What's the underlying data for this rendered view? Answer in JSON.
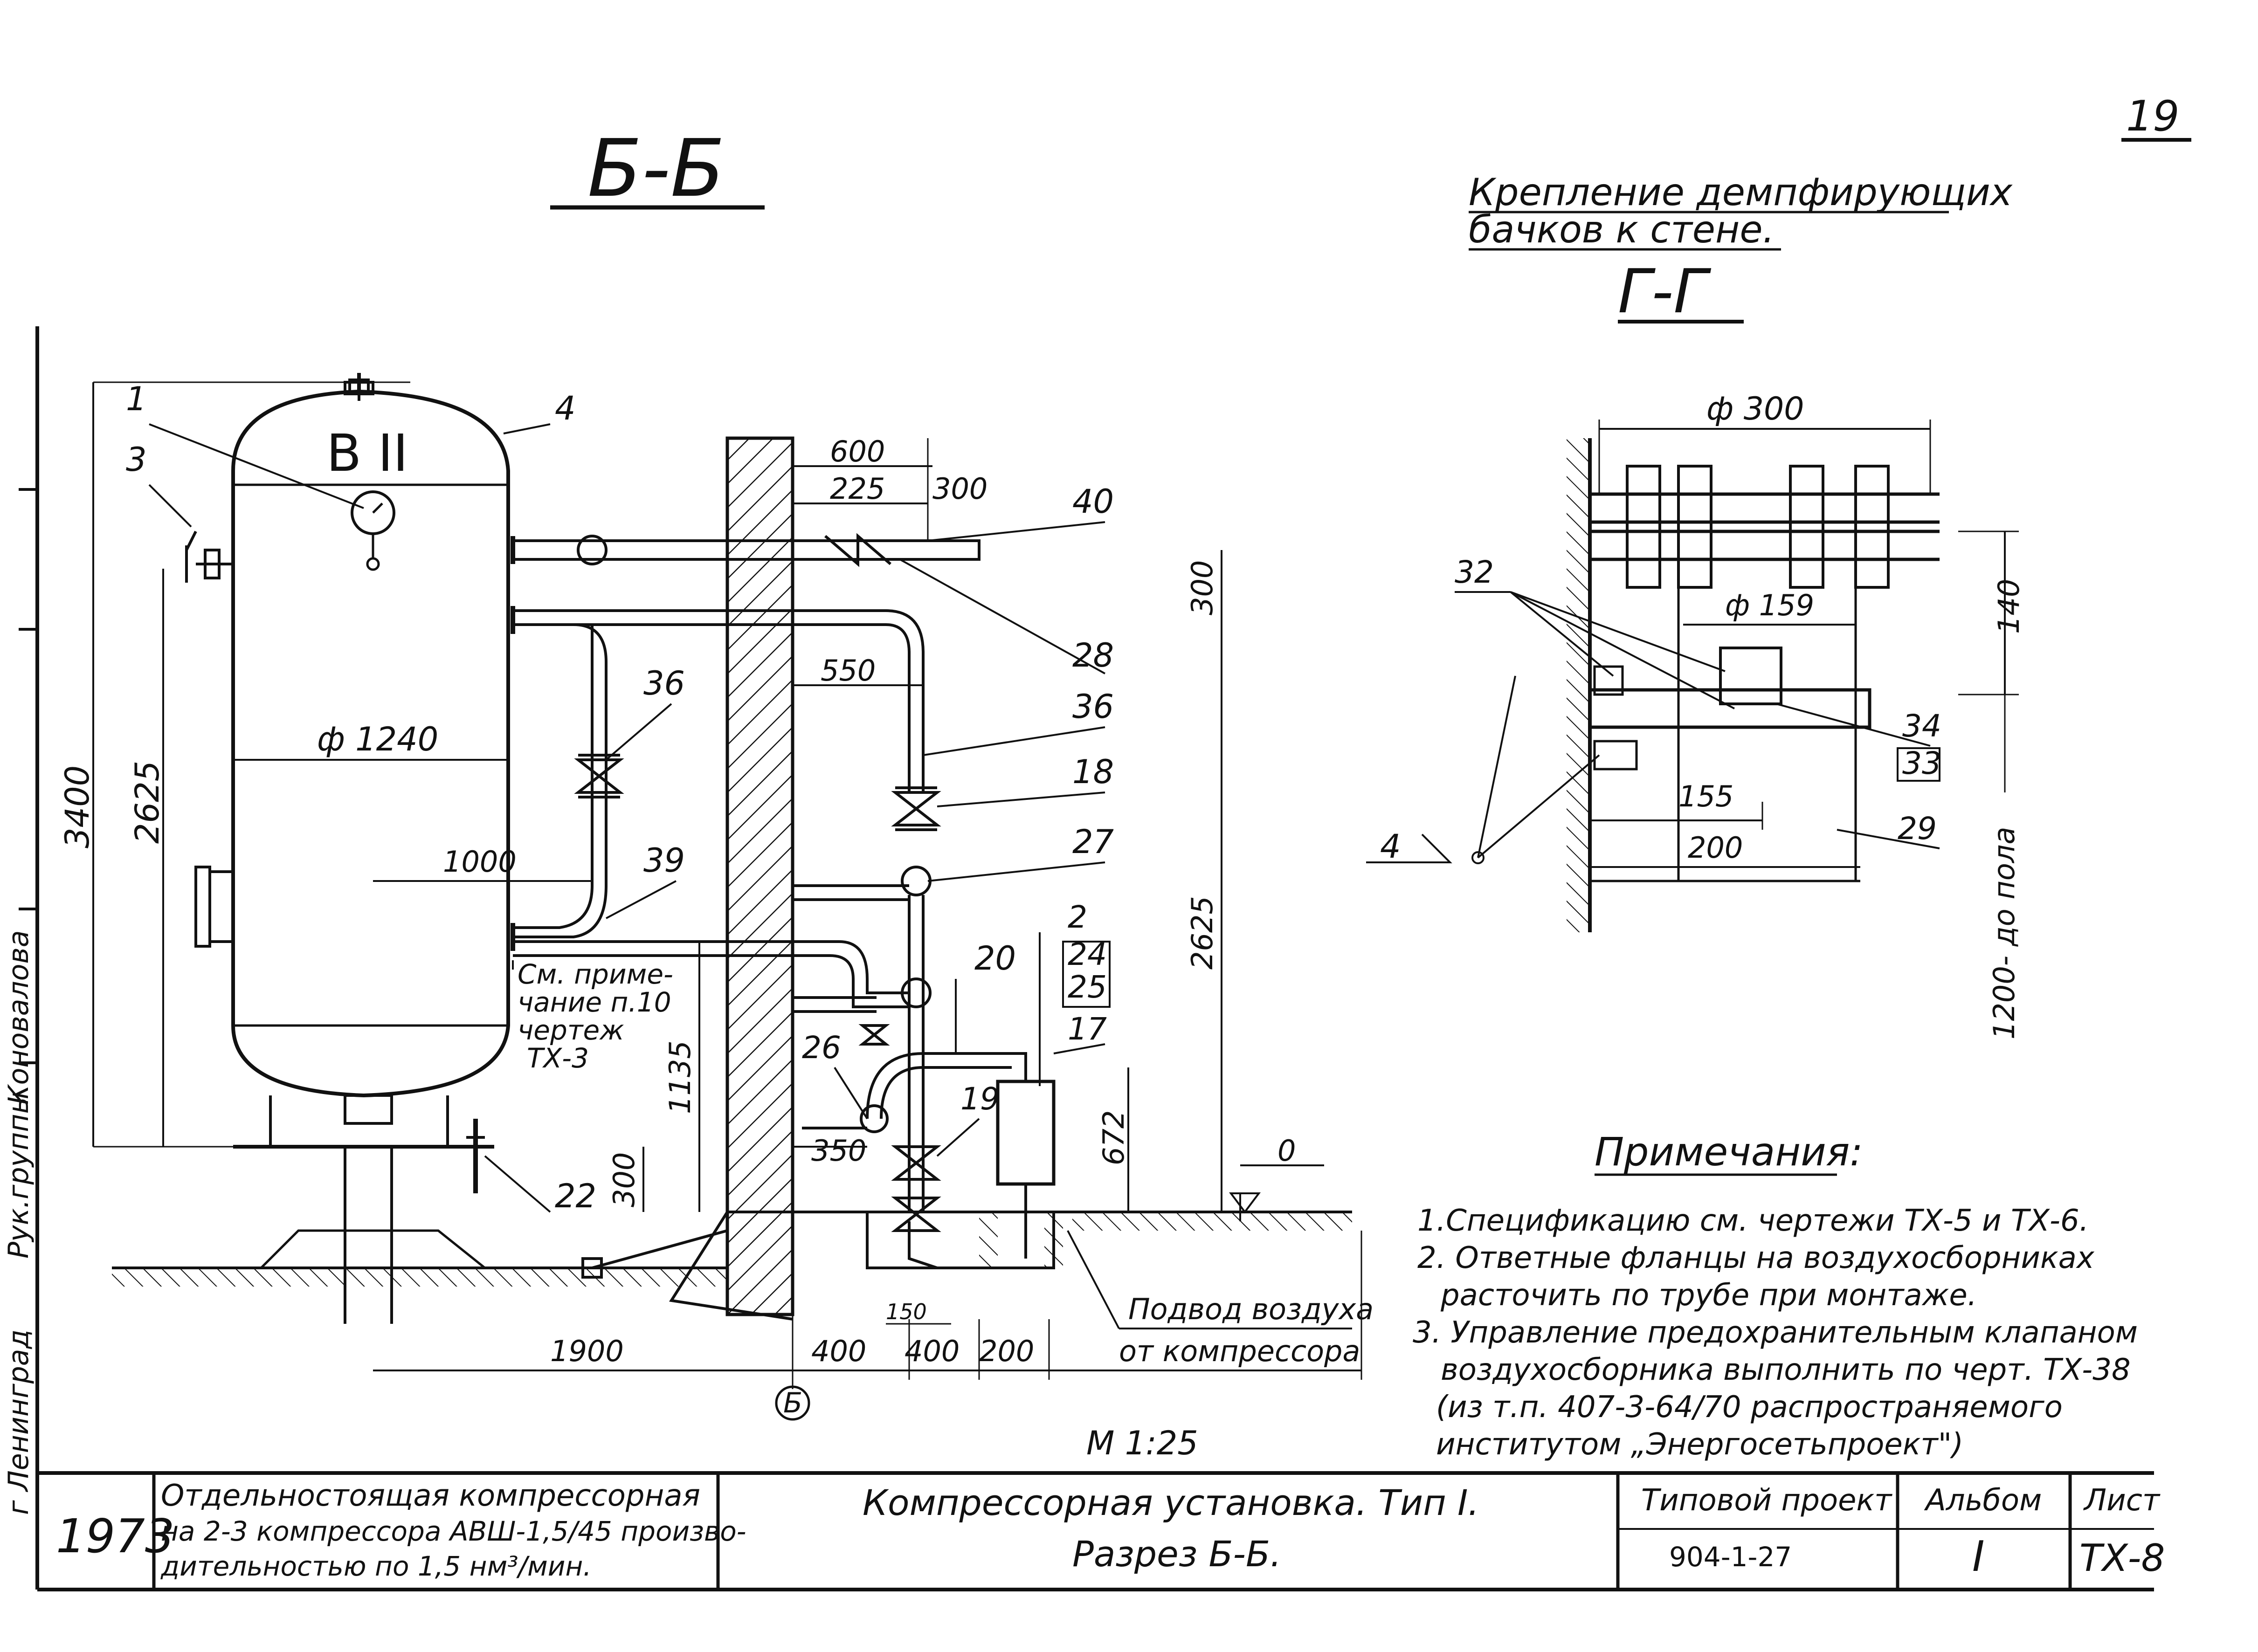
{
  "sheet_corner": "19",
  "section_title": "Б-Б",
  "detail_title_line1": "Крепление демпфирующих",
  "detail_title_line2": "бачков к стене.",
  "detail_section": "Г-Г",
  "vessel_label": "В II",
  "callouts": {
    "c4": "4",
    "c1": "1",
    "c3": "3",
    "c40": "40",
    "c28": "28",
    "c36a": "36",
    "c36b": "36",
    "c18": "18",
    "c27": "27",
    "c39": "39",
    "c20": "20",
    "c2": "2",
    "c24": "24",
    "c25": "25",
    "c17": "17",
    "c26": "26",
    "c19": "19",
    "c22": "22",
    "c32": "32",
    "c34": "34",
    "c33": "33",
    "c29": "29",
    "c4b": "4"
  },
  "dims": {
    "d600": "600",
    "d225": "225",
    "d300a": "300",
    "d300b": "300",
    "d550": "550",
    "d1240": "ф 1240",
    "d1000": "1000",
    "d3400": "3400",
    "d2625a": "2625",
    "d2625b": "2625",
    "d1135": "1135",
    "d300c": "300",
    "d350": "350",
    "d672": "672",
    "d0": "0",
    "d1900": "1900",
    "d400a": "400",
    "d400b": "400",
    "d200": "200",
    "d150": "150",
    "d_phi300": "ф 300",
    "d_phi159": "ф 159",
    "d140": "140",
    "d155": "155",
    "d200b": "200",
    "d1200": "1200- до пола"
  },
  "note_ref": [
    "См. приме-",
    "чание п.10",
    "чертеж",
    "ТХ-3"
  ],
  "air_supply": [
    "Подвод воздуха",
    "от компрессора"
  ],
  "axis_mark": "Б",
  "scale": "М 1:25",
  "notes_title": "Примечания:",
  "notes": [
    "1.Спецификацию см. чертежи ТХ-5 и ТХ-6.",
    "2. Ответные фланцы на воздухосборниках",
    "расточить по трубе при монтаже.",
    "3. Управление предохранительным клапаном",
    "воздухосборника выполнить по черт. ТХ-38",
    "(из т.п. 407-3-64/70 распространяемого",
    "институтом „Энергосетьпроект\")"
  ],
  "side_margin": [
    "г Ленинград",
    "Рук.группы",
    "Коновалова"
  ],
  "title_block": {
    "year": "1973",
    "desc": [
      "Отдельностоящая компрессорная",
      "на 2-3 компрессора АВШ-1,5/45 произво-",
      "дительностью по 1,5 нм³/мин."
    ],
    "title": [
      "Компрессорная установка. Тип I.",
      "Разрез Б-Б."
    ],
    "project_label": "Типовой проект",
    "project_no": "904-1-27",
    "album_label": "Альбом",
    "album_no": "I",
    "sheet_label": "Лист",
    "sheet_no": "ТХ-8"
  }
}
